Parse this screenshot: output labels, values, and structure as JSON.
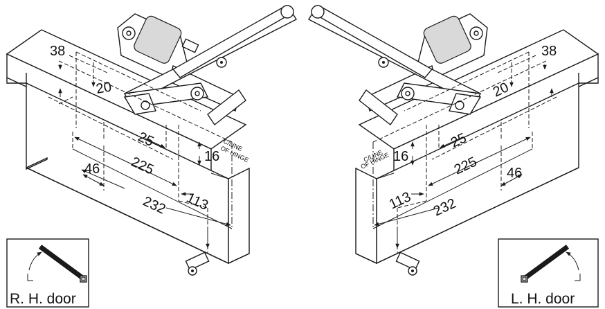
{
  "right_hand": {
    "label": "R. H.  door",
    "hinge_label_1": "C/LINE",
    "hinge_label_2": "OF HINGE",
    "dims": {
      "d38": "38",
      "d20": "20",
      "d25": "25",
      "d16": "16",
      "d225": "225",
      "d46": "46",
      "d113": "113",
      "d232": "232"
    }
  },
  "left_hand": {
    "label": "L. H.  door",
    "hinge_label_1": "C/LINE",
    "hinge_label_2": "OF HINGE",
    "dims": {
      "d38": "38",
      "d20": "20",
      "d25": "25",
      "d16": "16",
      "d225": "225",
      "d46": "46",
      "d113": "113",
      "d232": "232"
    }
  },
  "colors": {
    "ink": "#1a1a1a",
    "paper": "#ffffff",
    "shade": "#d9d9d9"
  }
}
